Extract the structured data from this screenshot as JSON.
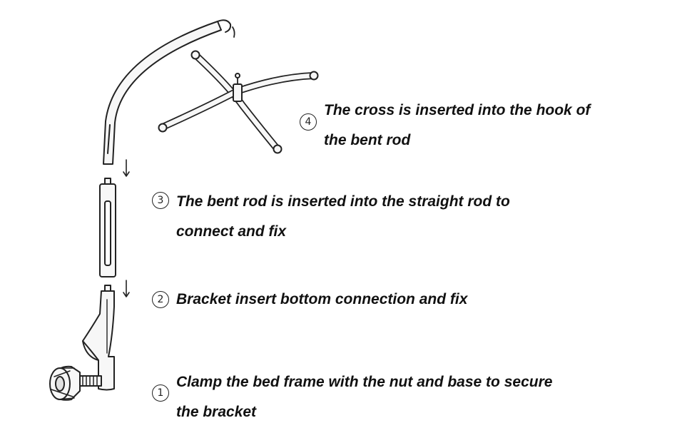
{
  "steps": [
    {
      "number": "1",
      "lines": [
        "Clamp the bed frame with the nut and base to secure",
        "the bracket"
      ]
    },
    {
      "number": "2",
      "lines": [
        "Bracket insert bottom connection and fix"
      ]
    },
    {
      "number": "3",
      "lines": [
        "The bent rod is inserted into the straight rod to",
        "connect and fix"
      ]
    },
    {
      "number": "4",
      "lines": [
        "The cross is inserted into the hook of",
        "the bent rod"
      ]
    }
  ]
}
